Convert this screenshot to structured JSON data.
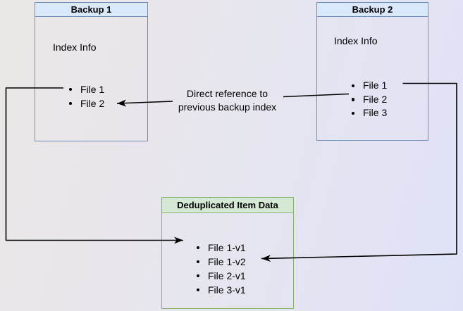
{
  "diagram": {
    "backup1": {
      "title": "Backup 1",
      "label": "Index Info",
      "items": [
        "File 1",
        "File 2"
      ]
    },
    "backup2": {
      "title": "Backup 2",
      "label": "Index Info",
      "items": [
        "File 1",
        "File 2",
        "File 3"
      ]
    },
    "dedup": {
      "title": "Deduplicated Item Data",
      "items": [
        "File 1-v1",
        "File 1-v2",
        "File 2-v1",
        "File 3-v1"
      ]
    },
    "annotation": {
      "line1": "Direct reference to",
      "line2": "previous backup index"
    },
    "colors": {
      "blue_fill": "#dae8fc",
      "blue_border": "#6c8ebf",
      "green_fill": "#d5e8d4",
      "green_border": "#82b366",
      "arrow": "#000000",
      "background_from": "#eae7e6",
      "background_to": "#dfe2f7"
    }
  }
}
